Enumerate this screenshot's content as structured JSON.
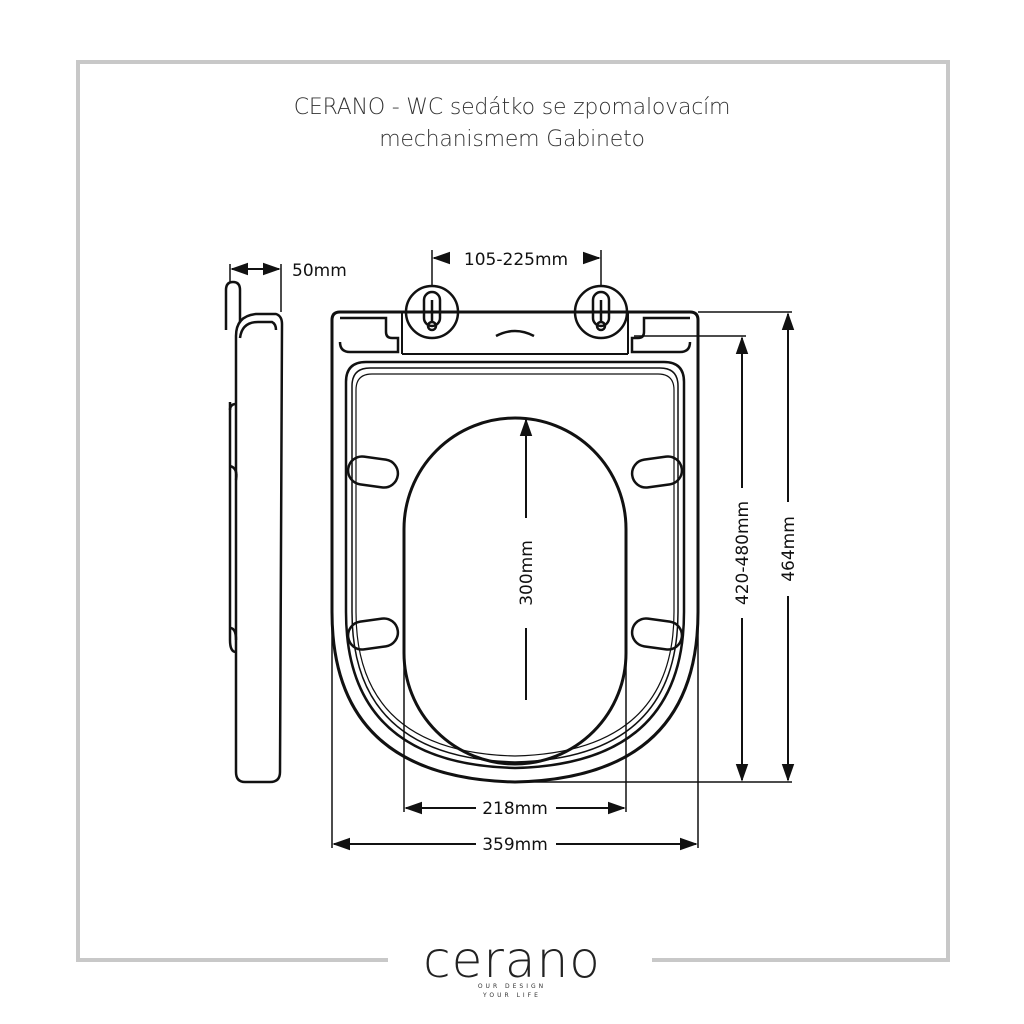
{
  "title": {
    "line1": "CERANO - WC sedátko se zpomalovacím",
    "line2": "mechanismem Gabineto"
  },
  "dimensions": {
    "depth": "50mm",
    "hinge_spacing": "105-225mm",
    "inner_length": "300mm",
    "length_range": "420-480mm",
    "total_length": "464mm",
    "inner_width": "218mm",
    "total_width": "359mm"
  },
  "brand": {
    "name": "cerano",
    "tagline1": "OUR DESIGN",
    "tagline2": "YOUR LIFE"
  },
  "colors": {
    "frame": "#c8c8c8",
    "line": "#111111"
  }
}
